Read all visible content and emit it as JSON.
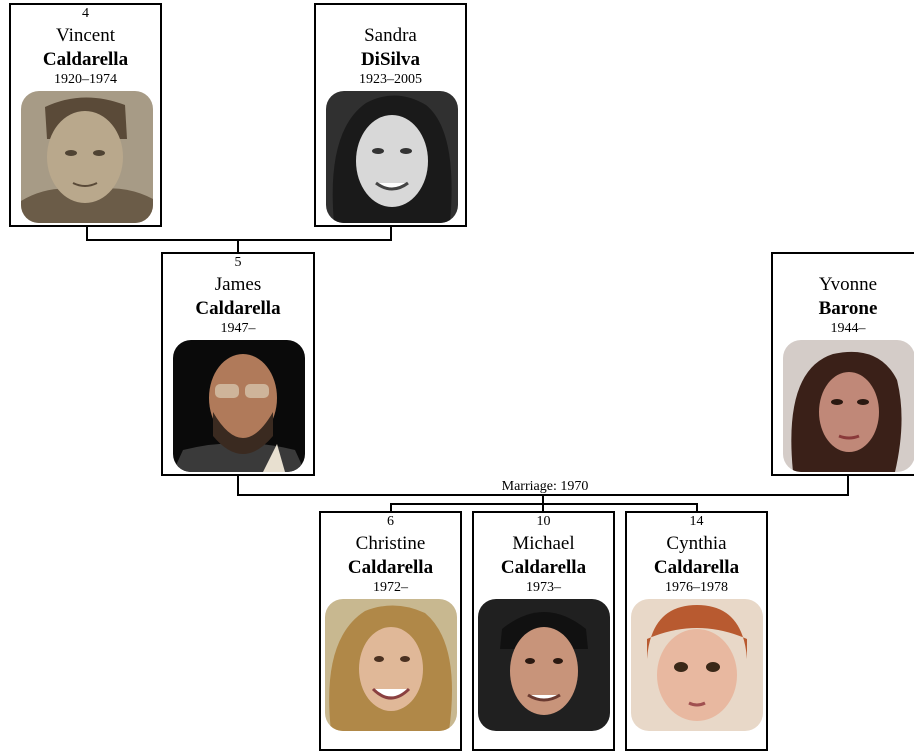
{
  "people": {
    "vincent": {
      "number": "4",
      "given": "Vincent",
      "surname": "Caldarella",
      "dates": "1920–1974",
      "photo": "portrait-photo"
    },
    "sandra": {
      "number": "",
      "given": "Sandra",
      "surname": "DiSilva",
      "dates": "1923–2005",
      "photo": "portrait-photo"
    },
    "james": {
      "number": "5",
      "given": "James",
      "surname": "Caldarella",
      "dates": "1947–",
      "photo": "portrait-photo"
    },
    "yvonne": {
      "number": "",
      "given": "Yvonne",
      "surname": "Barone",
      "dates": "1944–",
      "photo": "portrait-photo"
    },
    "christine": {
      "number": "6",
      "given": "Christine",
      "surname": "Caldarella",
      "dates": "1972–",
      "photo": "portrait-photo"
    },
    "michael": {
      "number": "10",
      "given": "Michael",
      "surname": "Caldarella",
      "dates": "1973–",
      "photo": "portrait-photo"
    },
    "cynthia": {
      "number": "14",
      "given": "Cynthia",
      "surname": "Caldarella",
      "dates": "1976–1978",
      "photo": "portrait-photo"
    }
  },
  "marriage": {
    "label": "Marriage: 1970"
  },
  "colors": {
    "line": "#000000",
    "card_border": "#000000",
    "card_bg": "#ffffff"
  }
}
